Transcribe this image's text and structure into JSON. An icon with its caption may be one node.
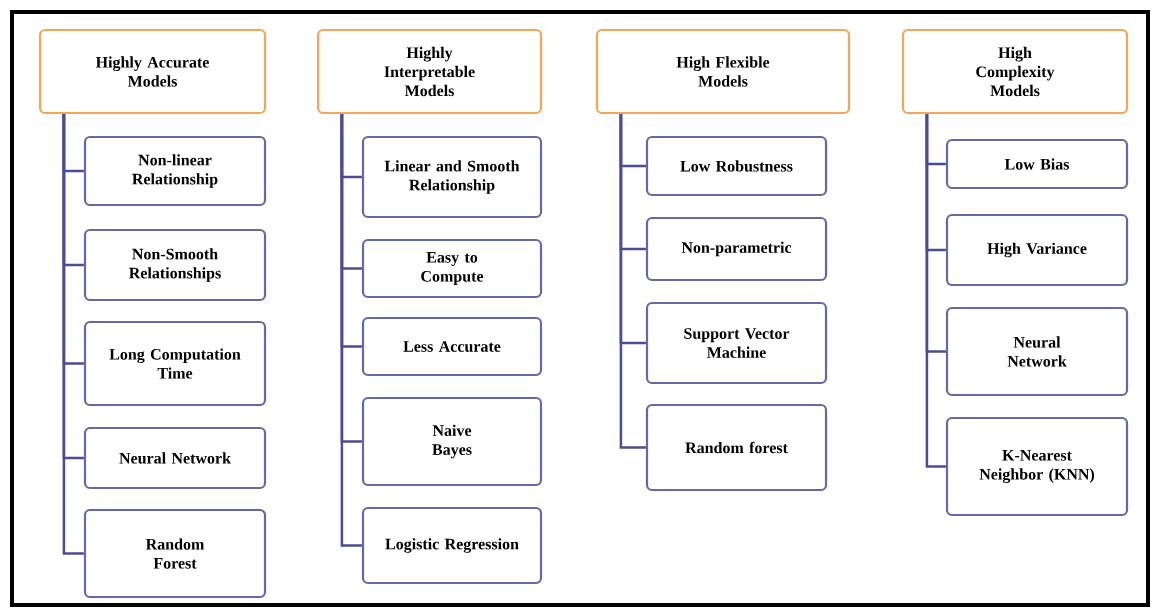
{
  "diagram": {
    "nodes": [
      {
        "text": [
          "Highly Accurate Models"
        ]
      },
      {
        "text": [
          "Non-linear Relationship"
        ]
      },
      {
        "text": [
          "Non-Smooth Relationships"
        ]
      },
      {
        "text": [
          "Long Computation Time"
        ]
      },
      {
        "text": [
          "Neural Network"
        ]
      },
      {
        "text": [
          "Random Forest"
        ]
      },
      {
        "text": [
          "Highly Interpretable Models"
        ]
      },
      {
        "text": [
          "Linear and Smooth Relationship"
        ]
      },
      {
        "text": [
          "Easy to Compute"
        ]
      },
      {
        "text": [
          "Less Accurate"
        ]
      },
      {
        "text": [
          "Naive Bayes"
        ]
      },
      {
        "text": [
          "Logistic Regression"
        ]
      },
      {
        "text": [
          "High Flexible Models"
        ]
      },
      {
        "text": [
          "Low Robustness"
        ]
      },
      {
        "text": [
          "Non-parametric"
        ]
      },
      {
        "text": [
          "Support Vector Machine"
        ]
      },
      {
        "text": [
          "Random forest"
        ]
      },
      {
        "text": [
          "High Complexity Models"
        ]
      },
      {
        "text": [
          "Low Bias"
        ]
      },
      {
        "text": [
          "High Variance"
        ]
      },
      {
        "text": [
          "Neural Network"
        ]
      },
      {
        "text": [
          "K-Nearest Neighbor (KNN)"
        ]
      }
    ],
    "edges": [
      {
        "from": 0,
        "to": 1,
        "arrow": "none"
      },
      {
        "from": 0,
        "to": 2,
        "arrow": "none"
      },
      {
        "from": 0,
        "to": 3,
        "arrow": "none"
      },
      {
        "from": 0,
        "to": 4,
        "arrow": "none"
      },
      {
        "from": 0,
        "to": 5,
        "arrow": "none"
      },
      {
        "from": 6,
        "to": 7,
        "arrow": "none"
      },
      {
        "from": 6,
        "to": 8,
        "arrow": "none"
      },
      {
        "from": 6,
        "to": 9,
        "arrow": "none"
      },
      {
        "from": 6,
        "to": 10,
        "arrow": "none"
      },
      {
        "from": 6,
        "to": 11,
        "arrow": "none"
      },
      {
        "from": 12,
        "to": 13,
        "arrow": "none"
      },
      {
        "from": 12,
        "to": 14,
        "arrow": "none"
      },
      {
        "from": 12,
        "to": 15,
        "arrow": "none"
      },
      {
        "from": 12,
        "to": 16,
        "arrow": "none"
      },
      {
        "from": 17,
        "to": 18,
        "arrow": "none"
      },
      {
        "from": 17,
        "to": 19,
        "arrow": "none"
      },
      {
        "from": 17,
        "to": 20,
        "arrow": "none"
      },
      {
        "from": 17,
        "to": 21,
        "arrow": "none"
      }
    ]
  }
}
